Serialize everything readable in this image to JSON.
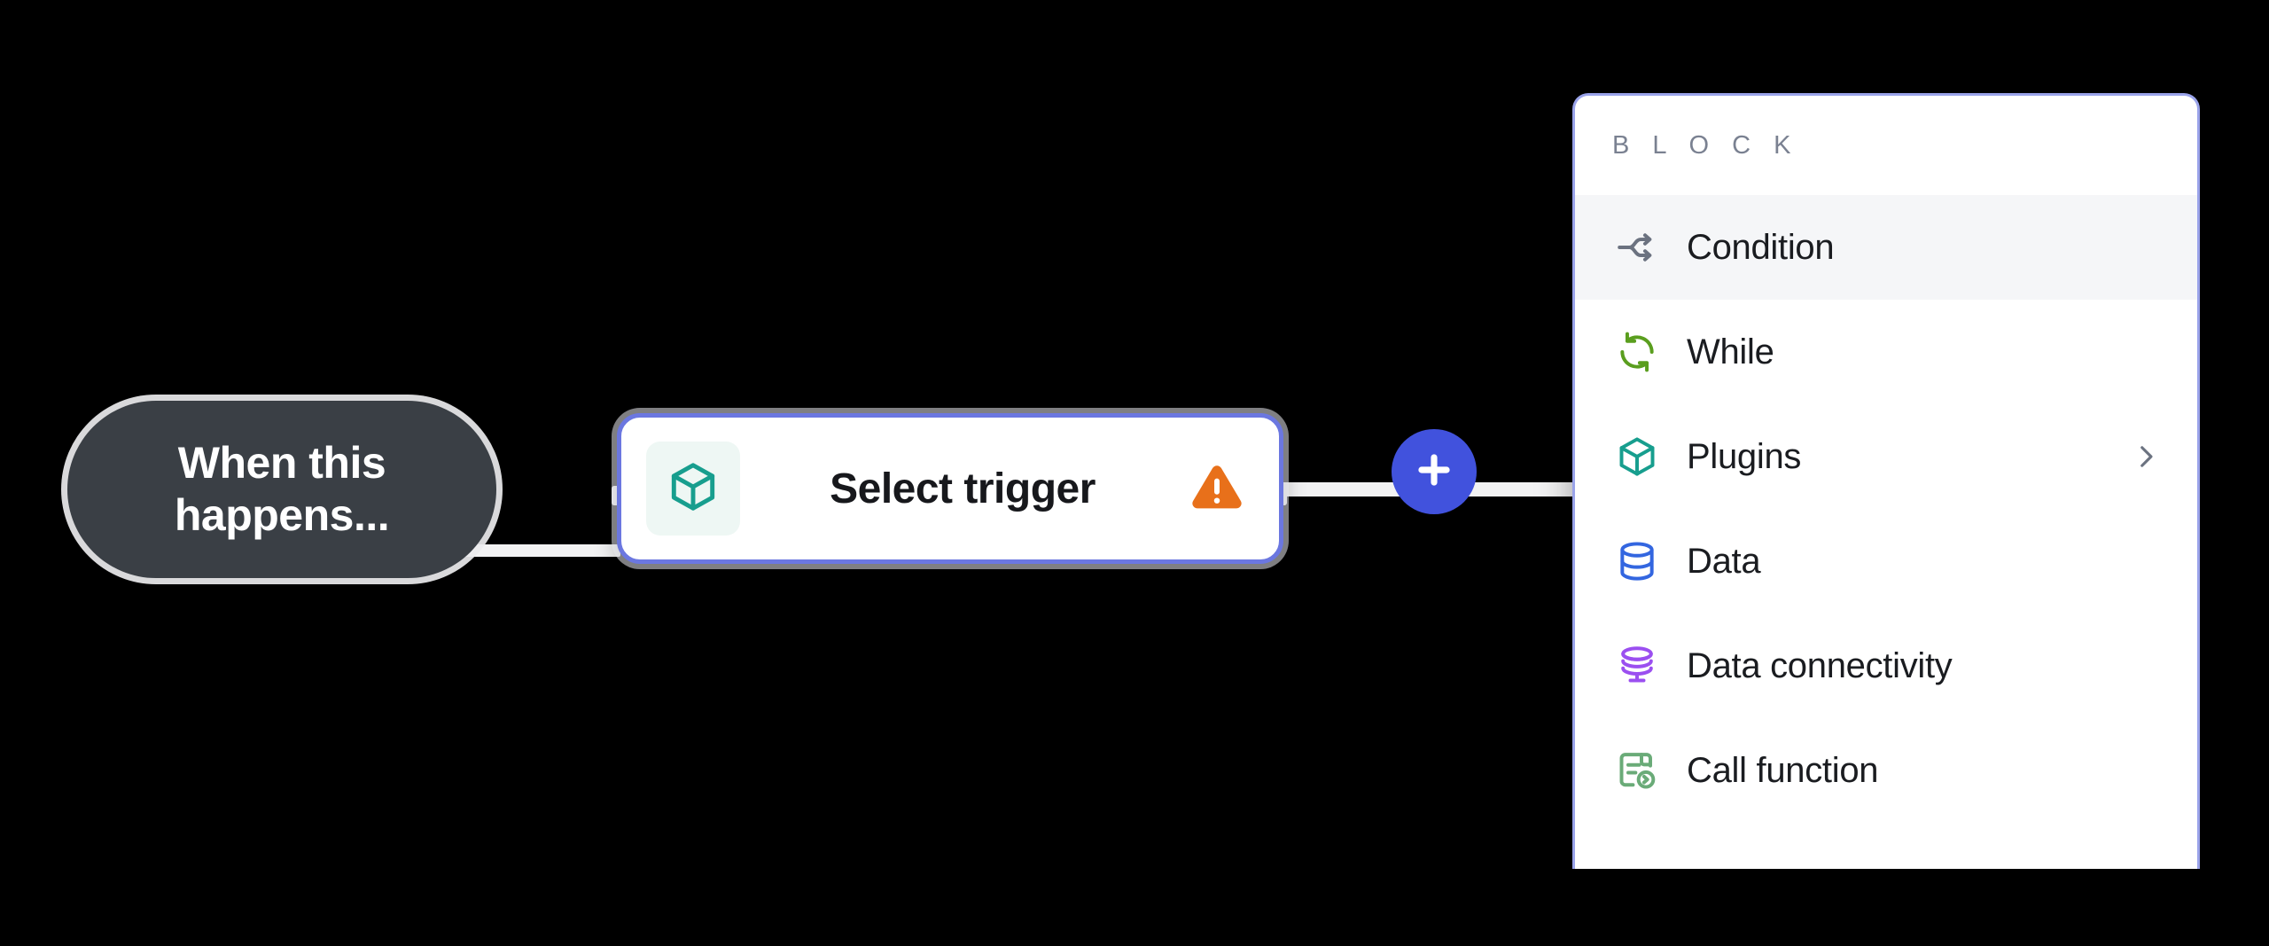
{
  "canvas": {
    "background": "#000000",
    "edge_color": "#f2f2f3"
  },
  "trigger_pill": {
    "label": "When this\nhappens...",
    "background": "#3a3f45",
    "text_color": "#ffffff"
  },
  "trigger_node": {
    "title": "Select trigger",
    "icon": "cube-icon",
    "icon_color": "#179e8e",
    "icon_tile_background": "#eef7f4",
    "status_icon": "warning-triangle-icon",
    "status_color": "#e8701a",
    "selected_border_color": "#6b77e0"
  },
  "add_button": {
    "icon": "plus-icon",
    "label": "+",
    "background": "#4152dd"
  },
  "panel": {
    "header": "B L O C K",
    "header_color": "#7a8191",
    "border_color": "#9aa3ea",
    "active_row_background": "#f5f6f8",
    "items": [
      {
        "label": "Condition",
        "icon": "branch-split-icon",
        "icon_color": "#6b7280",
        "active": true,
        "has_submenu": false
      },
      {
        "label": "While",
        "icon": "loop-refresh-icon",
        "icon_color": "#5a9e1e",
        "active": false,
        "has_submenu": false
      },
      {
        "label": "Plugins",
        "icon": "cube-icon",
        "icon_color": "#179e8e",
        "active": false,
        "has_submenu": true
      },
      {
        "label": "Data",
        "icon": "database-icon",
        "icon_color": "#3366e0",
        "active": false,
        "has_submenu": false
      },
      {
        "label": "Data connectivity",
        "icon": "database-stand-icon",
        "icon_color": "#9b4ff0",
        "active": false,
        "has_submenu": false
      },
      {
        "label": "Call function",
        "icon": "document-function-icon",
        "icon_color": "#6aab78",
        "active": false,
        "has_submenu": false
      }
    ],
    "submenu_icon": "chevron-right-icon",
    "submenu_icon_color": "#6b7280"
  }
}
